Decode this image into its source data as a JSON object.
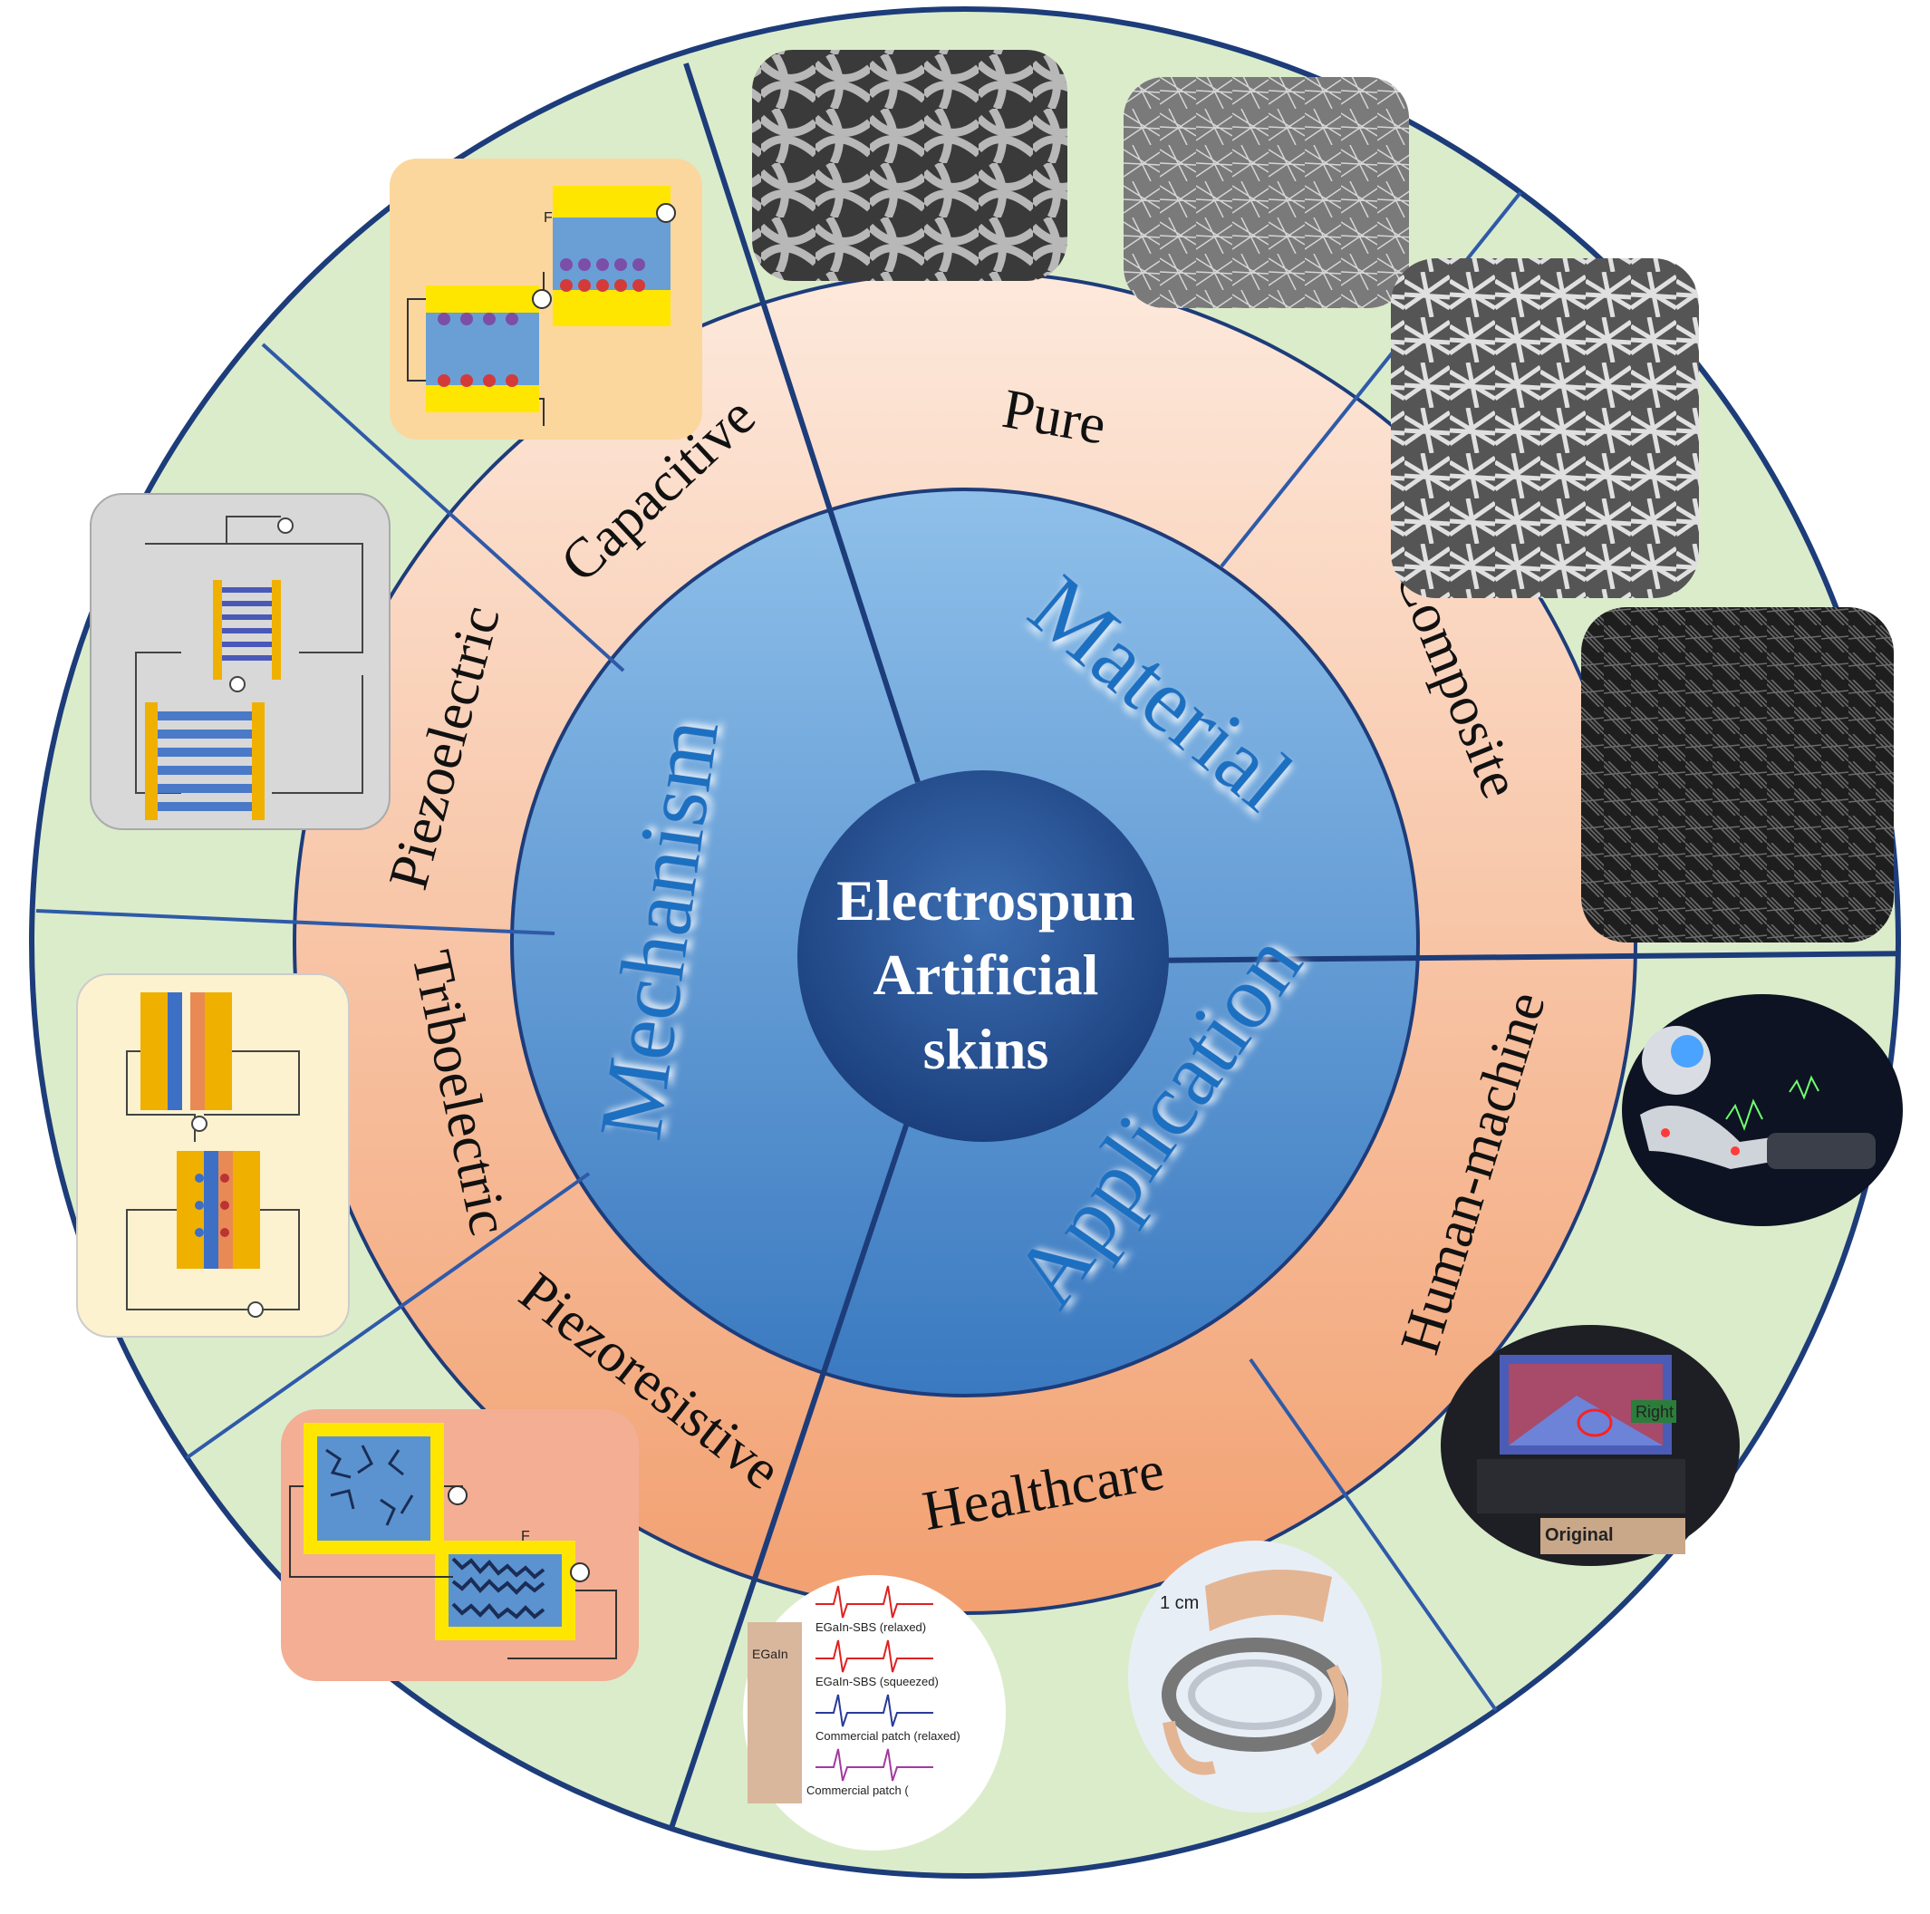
{
  "center": {
    "lines": [
      "Electrospun",
      "Artificial",
      "skins"
    ]
  },
  "core": {
    "mechanism": "Mechanism",
    "material": "Material",
    "application": "Application"
  },
  "middle_ring": {
    "capacitive": "Capacitive",
    "piezoelectric": "Piezoelectric",
    "triboelectric": "Triboelectric",
    "piezoresistive": "Piezoresistive",
    "pure": "Pure",
    "composite": "Composite",
    "human_machine": "Human-machine",
    "healthcare": "Healthcare"
  },
  "outer_images": {
    "game_right": "Right",
    "game_original": "Original",
    "ecg_1": "EGaIn-SBS (relaxed)",
    "ecg_2": "EGaIn-SBS (squeezed)",
    "ecg_3": "Commercial patch (relaxed)",
    "ecg_4": "Commercial patch (",
    "ecg_side": "EGaIn",
    "scale": "1 cm",
    "force": "F"
  },
  "colors": {
    "outer_ring": "#dceccf",
    "middle_ring_light": "#fbe3d2",
    "middle_ring_dark": "#f3a67b",
    "core_blue": "#6aa5da",
    "center_blue": "#1f4f8f",
    "divider": "#1d3c7a"
  }
}
